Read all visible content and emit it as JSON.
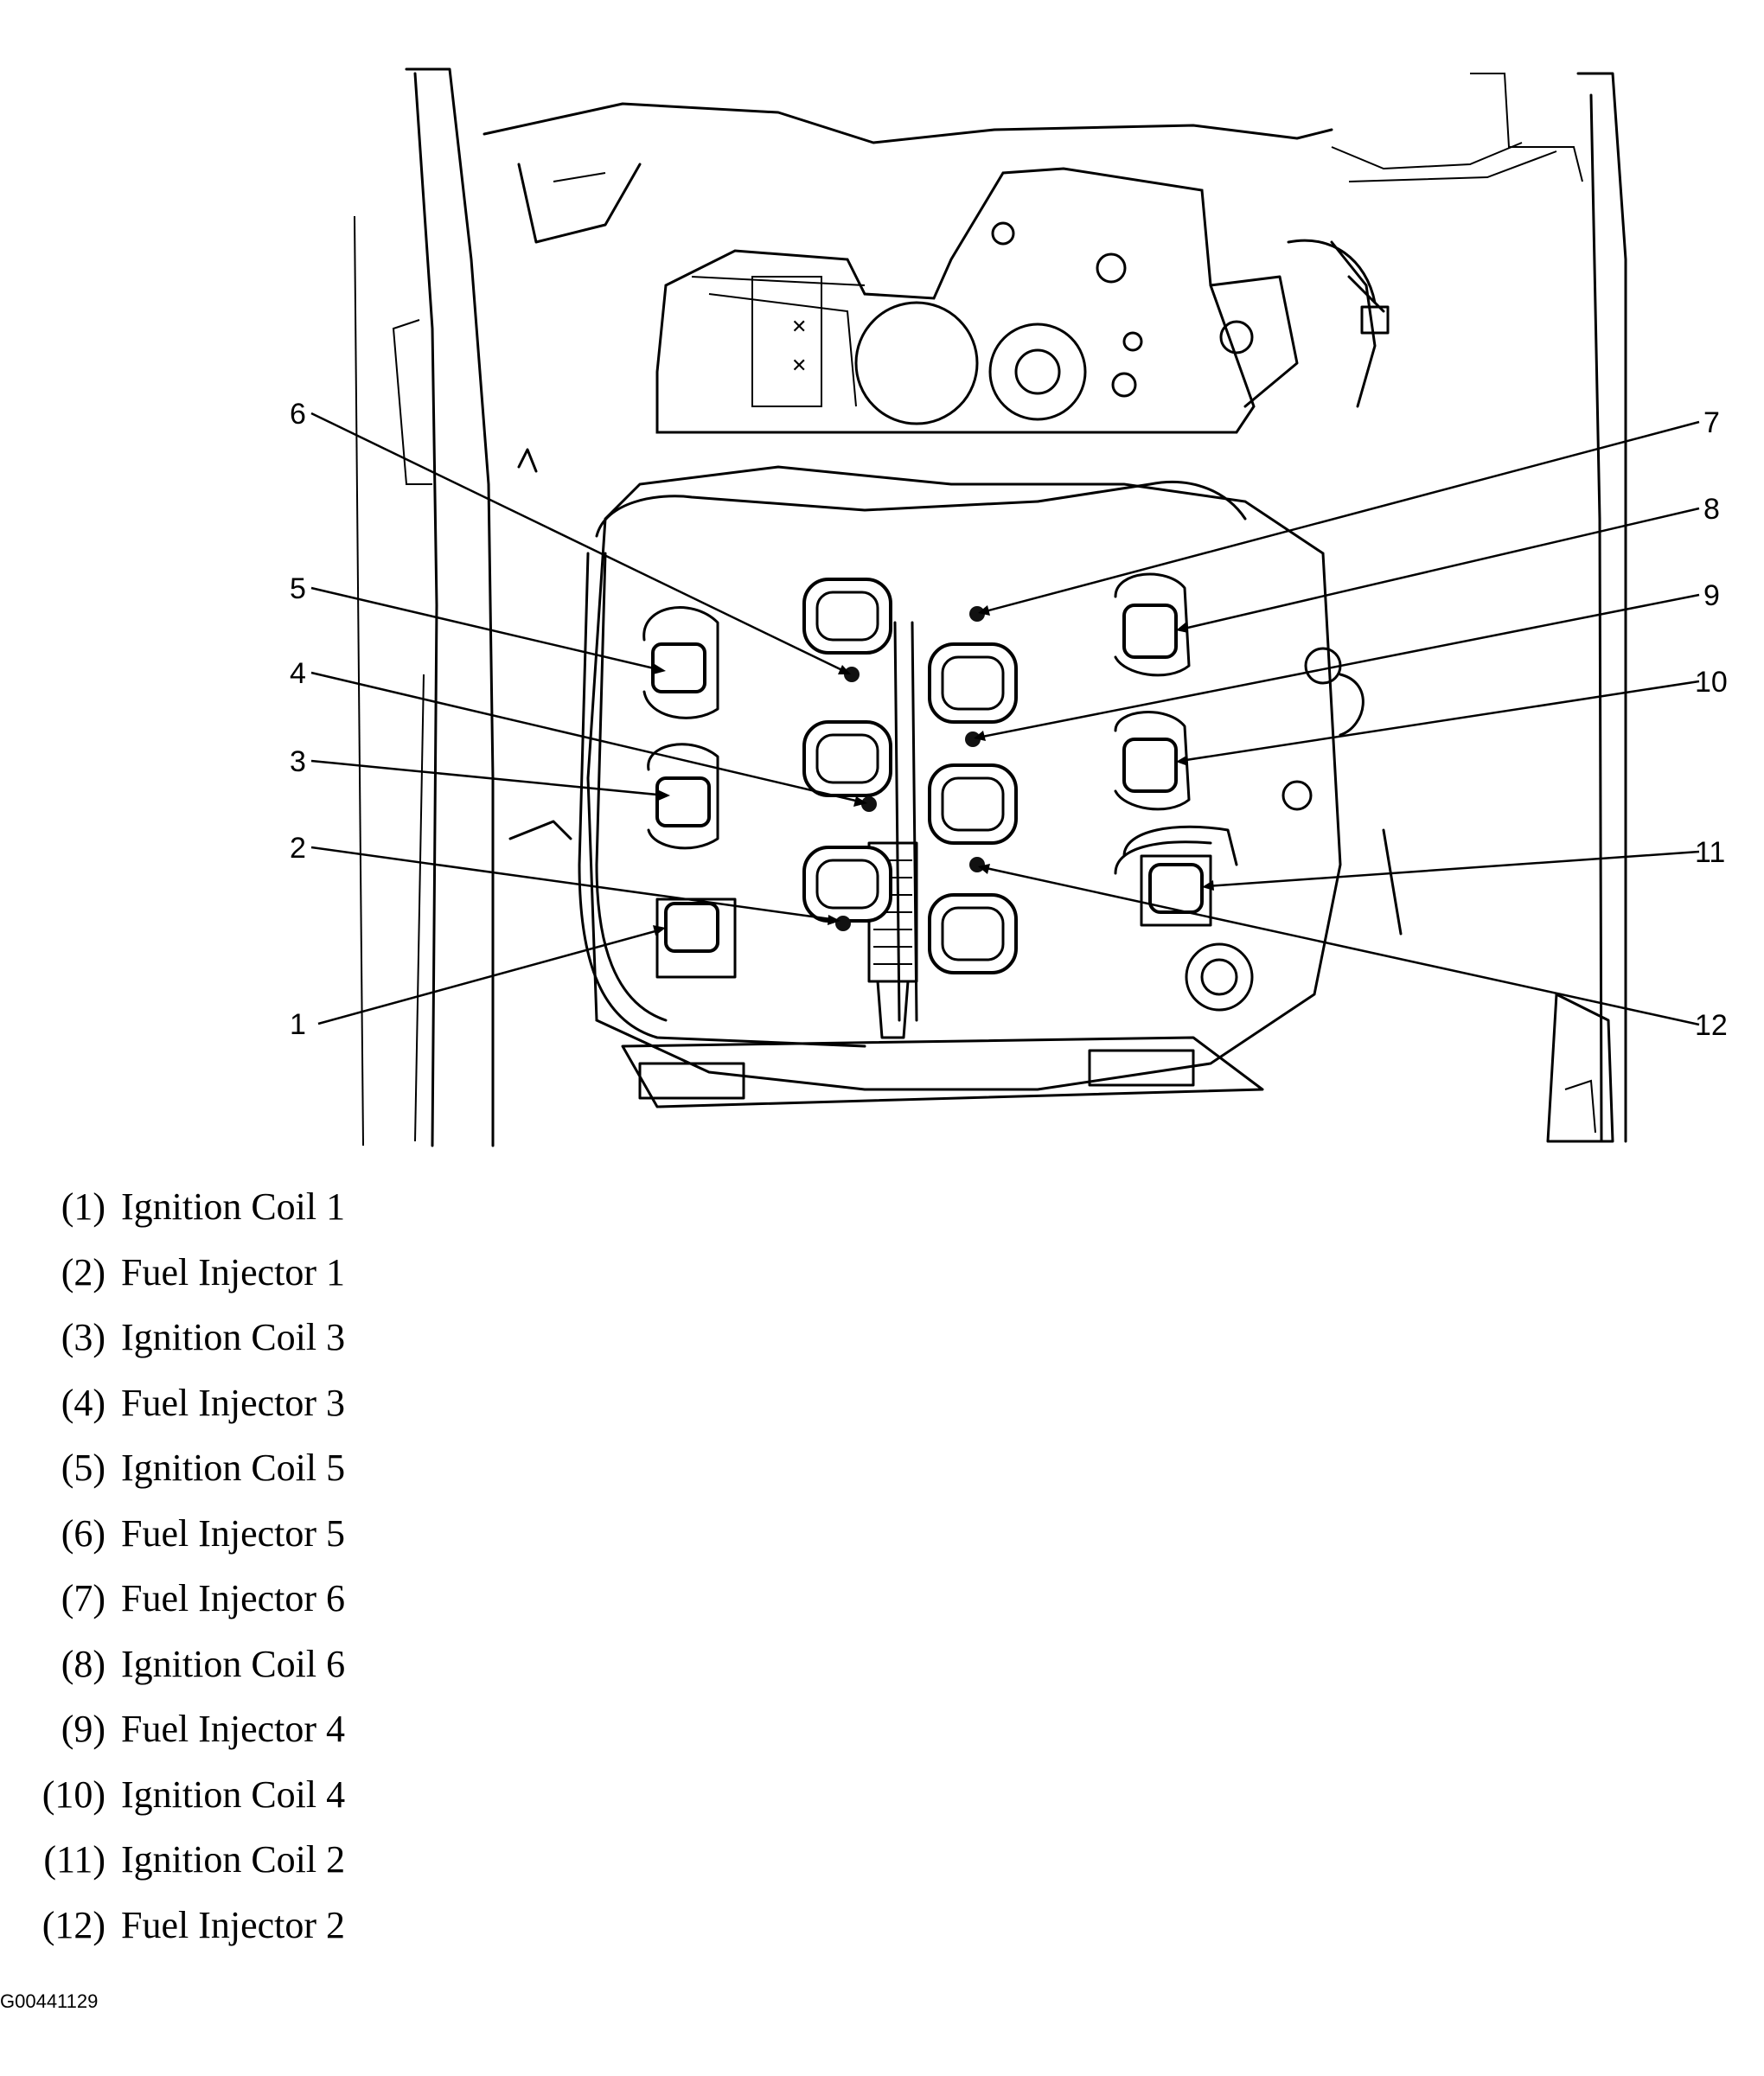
{
  "callouts": [
    {
      "num": "1"
    },
    {
      "num": "2"
    },
    {
      "num": "3"
    },
    {
      "num": "4"
    },
    {
      "num": "5"
    },
    {
      "num": "6"
    },
    {
      "num": "7"
    },
    {
      "num": "8"
    },
    {
      "num": "9"
    },
    {
      "num": "10"
    },
    {
      "num": "11"
    },
    {
      "num": "12"
    }
  ],
  "legend": [
    {
      "num": "(1)",
      "label": "Ignition Coil 1"
    },
    {
      "num": "(2)",
      "label": "Fuel Injector 1"
    },
    {
      "num": "(3)",
      "label": "Ignition Coil 3"
    },
    {
      "num": "(4)",
      "label": "Fuel Injector 3"
    },
    {
      "num": "(5)",
      "label": "Ignition Coil 5"
    },
    {
      "num": "(6)",
      "label": "Fuel Injector 5"
    },
    {
      "num": "(7)",
      "label": "Fuel Injector 6"
    },
    {
      "num": "(8)",
      "label": "Ignition Coil 6"
    },
    {
      "num": "(9)",
      "label": "Fuel Injector 4"
    },
    {
      "num": "(10)",
      "label": "Ignition Coil 4"
    },
    {
      "num": "(11)",
      "label": "Ignition Coil 2"
    },
    {
      "num": "(12)",
      "label": "Fuel Injector 2"
    }
  ],
  "figure_id": "G00441129"
}
